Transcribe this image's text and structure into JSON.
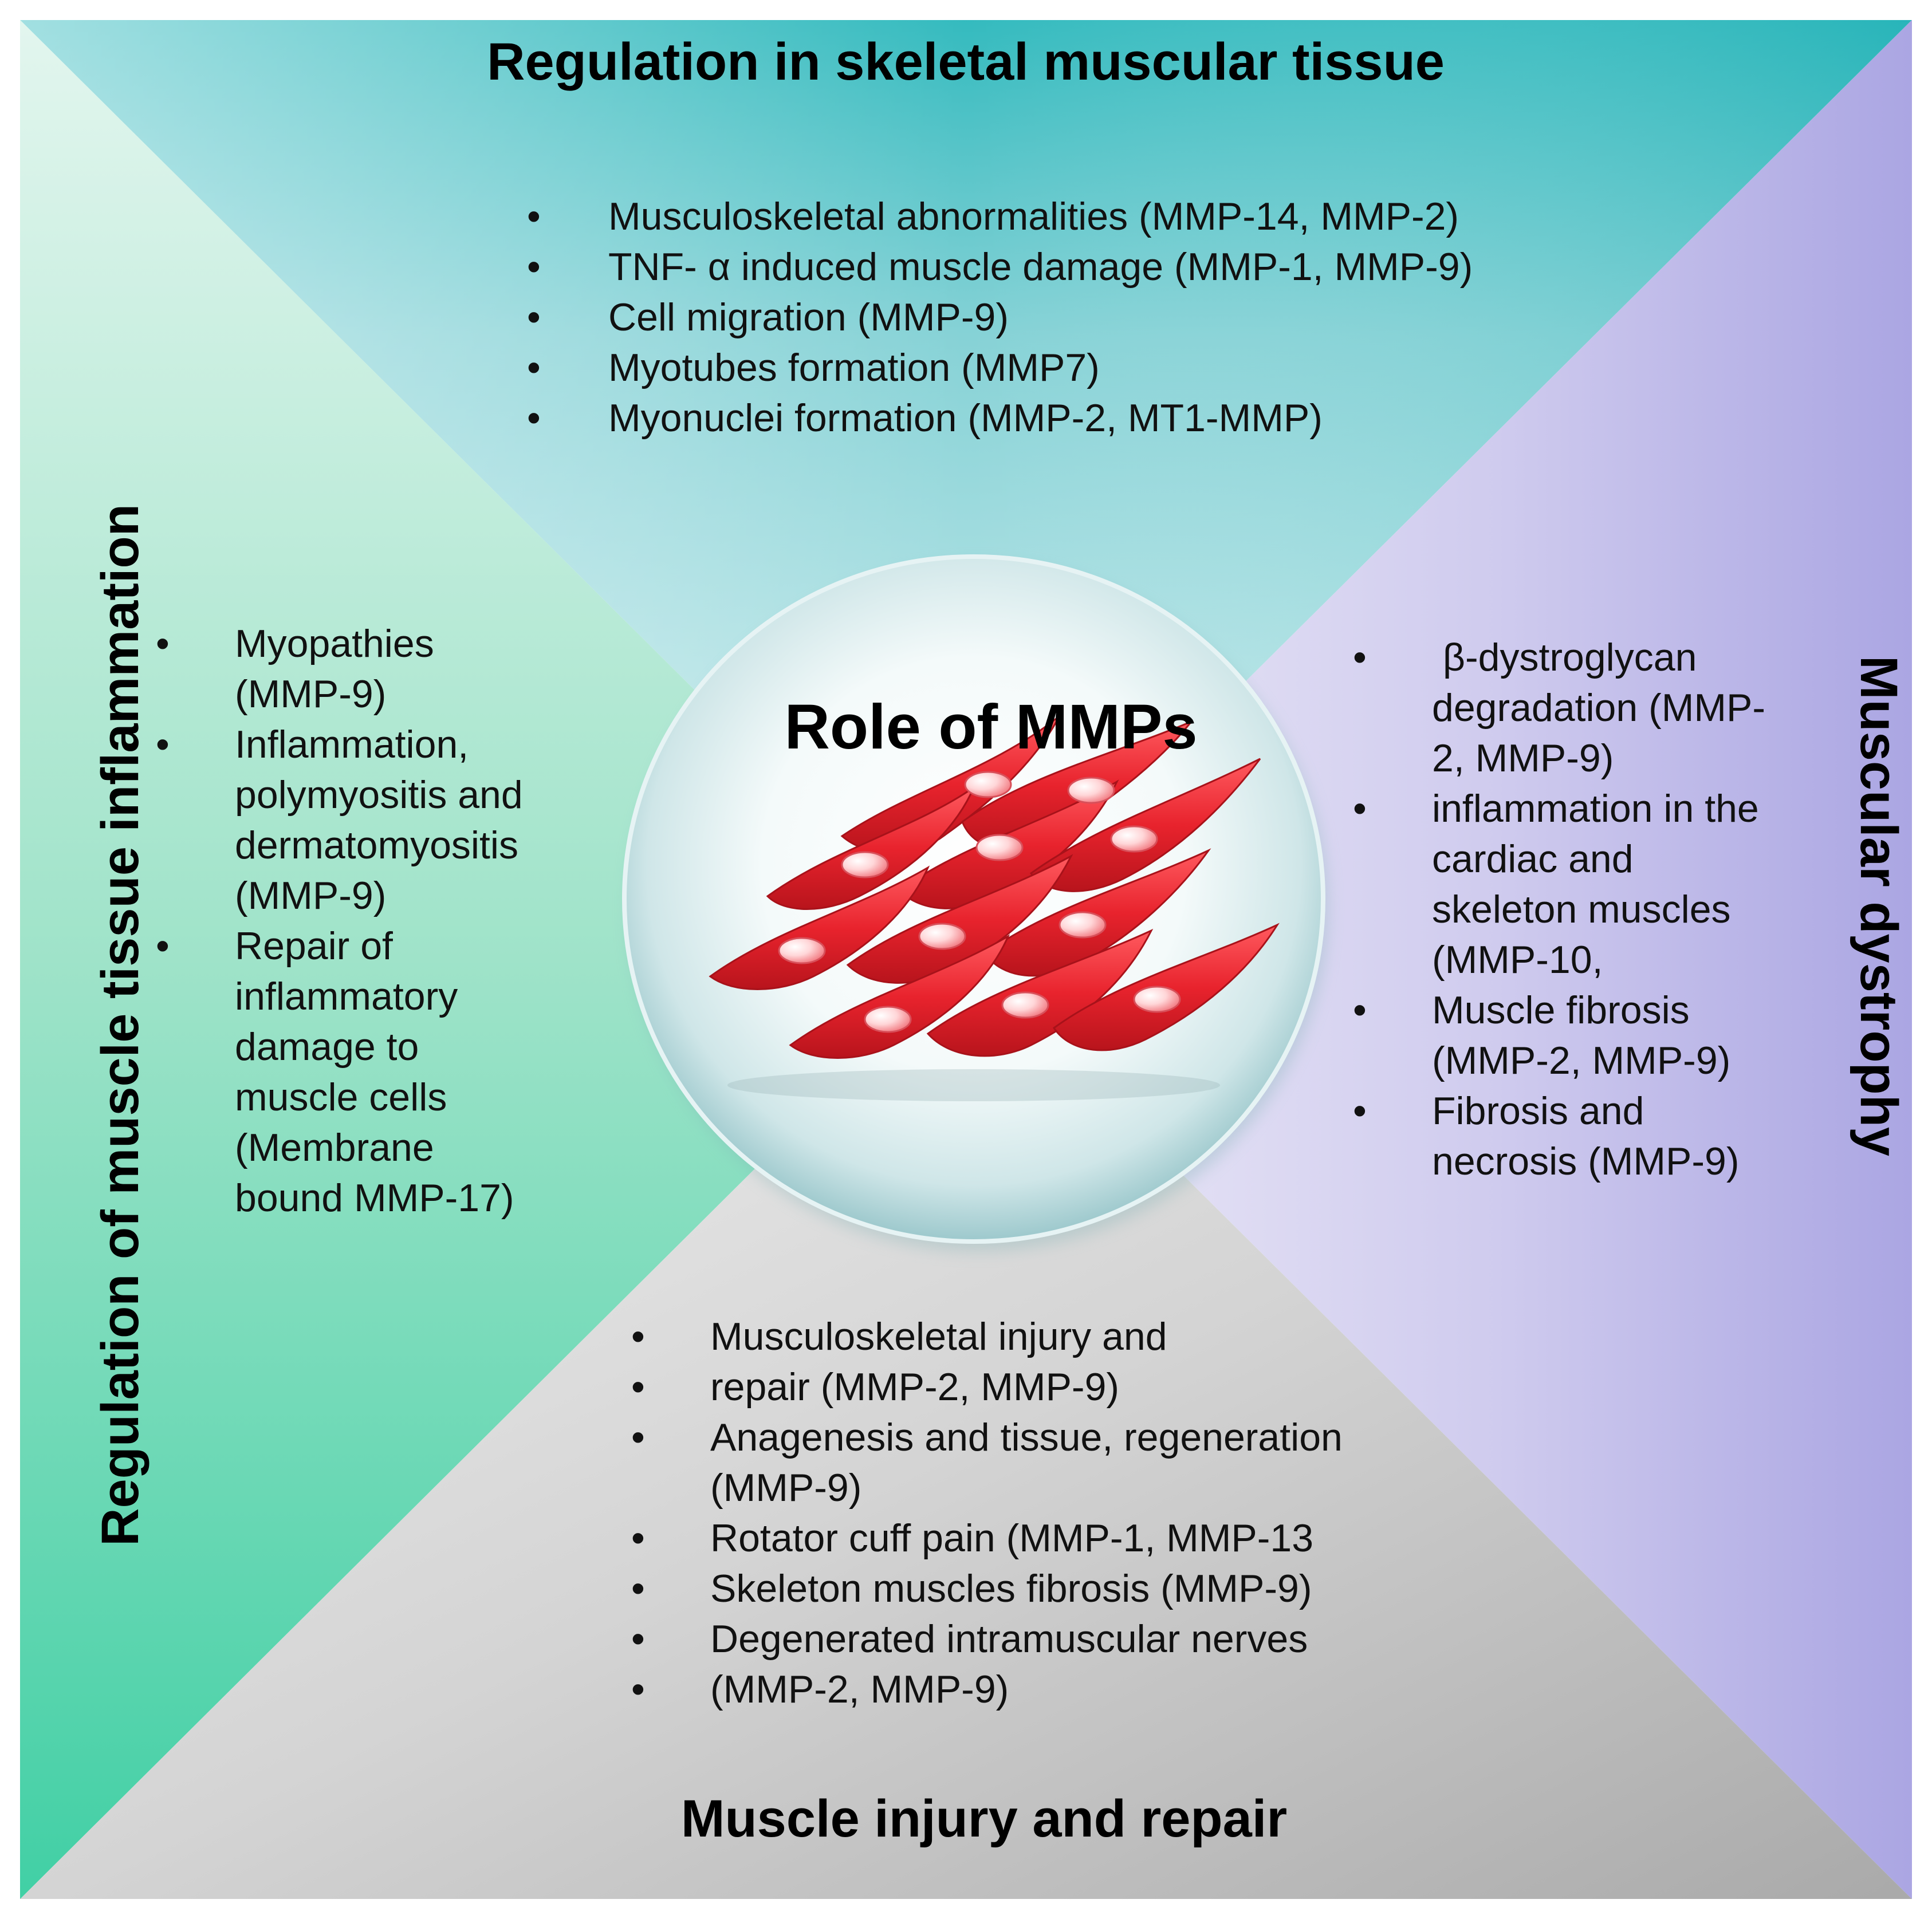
{
  "colors": {
    "top": "#9bd7dc",
    "left": "#6fdab8",
    "right": "#b7b3e6",
    "bottom": "#c4c4c4",
    "cells": "#e8232d"
  },
  "center": {
    "title": "Role of MMPs",
    "icon": "muscle-cells-icon"
  },
  "quadrants": {
    "top": {
      "title": "Regulation in skeletal muscular tissue",
      "items": [
        "Musculoskeletal abnormalities (MMP-14, MMP-2)",
        "TNF- α induced muscle damage (MMP-1, MMP-9)",
        "Cell migration (MMP-9)",
        "Myotubes formation (MMP7)",
        "Myonuclei formation (MMP-2, MT1-MMP)"
      ]
    },
    "left": {
      "title": "Regulation of muscle tissue inflammation",
      "items": [
        [
          "Myopathies",
          "(MMP-9)"
        ],
        [
          "Inflammation,",
          "polymyositis and",
          "dermatomyositis",
          "(MMP-9)"
        ],
        [
          "Repair of",
          "inflammatory",
          "damage to",
          "muscle cells",
          "(Membrane",
          "bound MMP-17)"
        ]
      ]
    },
    "right": {
      "title": "Muscular dystrophy",
      "items": [
        [
          " β-dystroglycan",
          "degradation (MMP-",
          "2, MMP-9)"
        ],
        [
          "inflammation in the",
          "cardiac and",
          "skeleton muscles",
          "(MMP-10,"
        ],
        [
          "Muscle fibrosis",
          "(MMP-2, MMP-9)"
        ],
        [
          "Fibrosis and",
          "necrosis (MMP-9)"
        ]
      ]
    },
    "bottom": {
      "title": "Muscle injury and repair",
      "items": [
        "Musculoskeletal injury and",
        "repair (MMP-2, MMP-9)",
        "Anagenesis and tissue, regeneration",
        "(MMP-9)",
        "Rotator cuff pain (MMP-1, MMP-13",
        "Skeleton muscles fibrosis (MMP-9)",
        "Degenerated intramuscular nerves",
        "(MMP-2, MMP-9)"
      ],
      "bullets": [
        true,
        true,
        true,
        false,
        true,
        true,
        true,
        true
      ]
    }
  },
  "bullet": "•"
}
